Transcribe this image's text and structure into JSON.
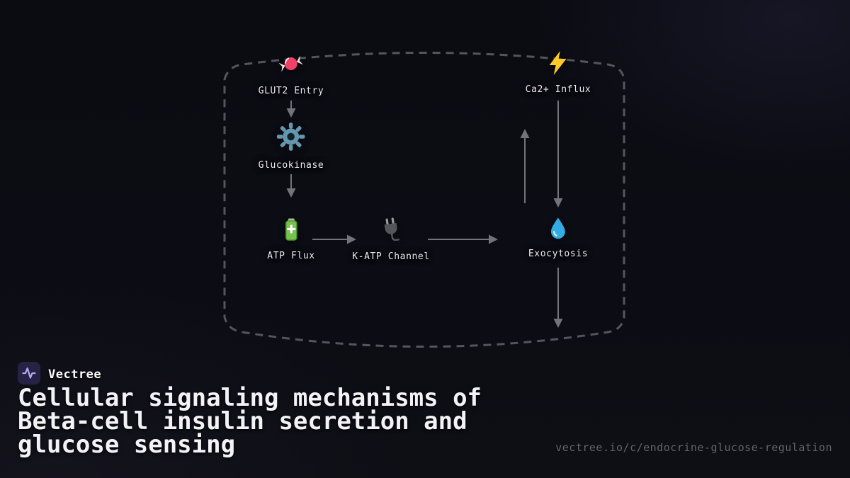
{
  "colors": {
    "background": "#0b0b12",
    "boundary_dash": "#55555d",
    "arrow": "#73737b",
    "title_text": "#f2f2f7",
    "muted_text": "#64646f",
    "brand_accent": "#b6a6f2",
    "candy_red": "#ee4266",
    "bolt_yellow": "#ffc928",
    "gear_blue": "#6496ae",
    "battery_green": "#77c14f",
    "droplet_blue": "#33ace4"
  },
  "diagram": {
    "boundary_name": "cell-membrane-dashed-outline",
    "nodes": [
      {
        "label": "GLUT2 Entry",
        "icon": "candy-icon"
      },
      {
        "label": "Ca2+ Influx",
        "icon": "lightning-icon"
      },
      {
        "label": "Glucokinase",
        "icon": "gear-icon"
      },
      {
        "label": "ATP Flux",
        "icon": "battery-icon"
      },
      {
        "label": "K-ATP Channel",
        "icon": "plug-icon"
      },
      {
        "label": "Exocytosis",
        "icon": "droplet-icon"
      }
    ]
  },
  "branding": {
    "name": "Vectree",
    "logo_icon": "vectree-pulse-icon"
  },
  "title": "Cellular signaling mechanisms of Beta-cell insulin secretion and glucose sensing",
  "footer": {
    "url": "vectree.io/c/endocrine-glucose-regulation"
  }
}
